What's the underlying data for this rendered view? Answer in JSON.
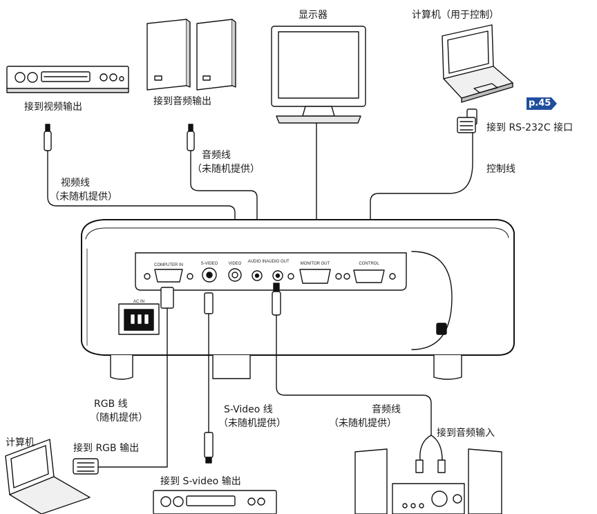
{
  "devices": {
    "monitor_label": "显示器",
    "control_computer_label": "计算机（用于控制）",
    "vcr_label": "接到视频输出",
    "speakers_label": "接到音频输出",
    "computer_label": "计算机"
  },
  "page_ref": {
    "text": "p.45",
    "color": "#1f4e9e"
  },
  "connections": {
    "rs232": "接到 RS-232C 接口",
    "control_cable": "控制线",
    "audio_cable_in": "音频线",
    "audio_cable_in_note": "（未随机提供）",
    "video_cable": "视频线",
    "video_cable_note": "（未随机提供）",
    "rgb_cable": "RGB 线",
    "rgb_cable_note": "（随机提供）",
    "rgb_output": "接到 RGB 输出",
    "svideo_cable": "S-Video 线",
    "svideo_cable_note": "（未随机提供）",
    "svideo_output": "接到 S-video 输出",
    "audio_cable_out": "音频线",
    "audio_cable_out_note": "（未随机提供）",
    "audio_input": "接到音频输入"
  },
  "projector_ports": {
    "computer_in": "COMPUTER IN",
    "s_video": "S-VIDEO",
    "video": "VIDEO",
    "audio_in": "AUDIO IN",
    "audio_out": "AUDIO OUT",
    "monitor_out": "MONITOR OUT",
    "control": "CONTROL",
    "ac_in": "AC IN"
  }
}
